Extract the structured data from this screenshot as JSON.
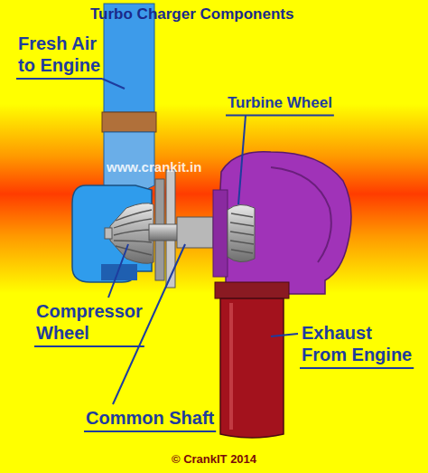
{
  "diagram": {
    "title": "Turbo Charger Components",
    "labels": [
      "Fresh Air to Engine",
      "Turbine Wheel",
      "www.crankit.in",
      "Compressor Wheel",
      "Exhaust From Engine",
      "Common Shaft",
      "© CrankIT 2014"
    ]
  }
}
